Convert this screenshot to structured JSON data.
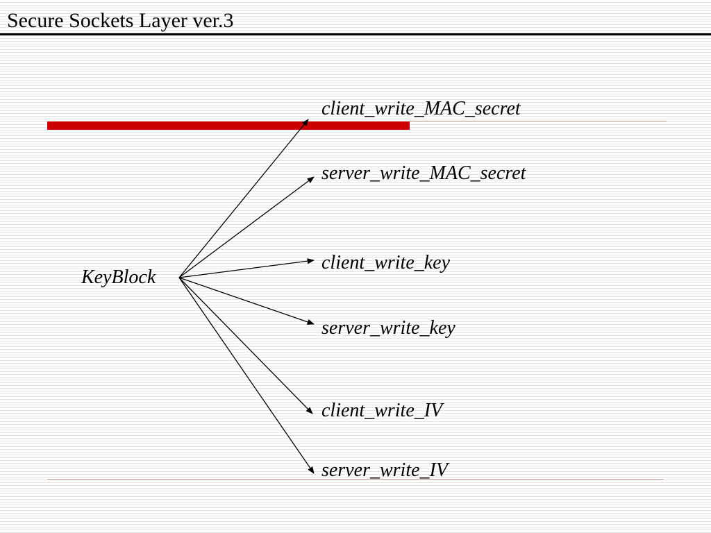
{
  "title": "Secure Sockets Layer ver.3",
  "colors": {
    "accent": "#cc0000",
    "rule": "#c9a79a",
    "text": "#000000"
  },
  "diagram": {
    "source": "KeyBlock",
    "targets": [
      "client_write_MAC_secret",
      "server_write_MAC_secret",
      "client_write_key",
      "server_write_key",
      "client_write_IV",
      "server_write_IV"
    ]
  }
}
